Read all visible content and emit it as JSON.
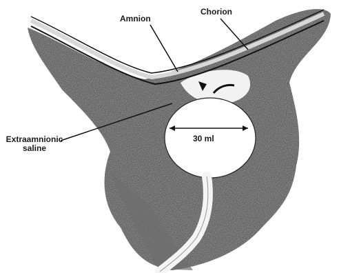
{
  "labels": {
    "amnion": "Amnion",
    "chorion": "Chorion",
    "extraamnionic_line1": "Extraamnionic",
    "extraamnionic_line2": "saline",
    "volume": "30 ml"
  },
  "colors": {
    "tissue_dark": "#3a3a3a",
    "tissue_mid": "#6e6e6e",
    "balloon_fill": "#ffffff",
    "catheter": "#f4f4f4",
    "ink": "#111111"
  }
}
